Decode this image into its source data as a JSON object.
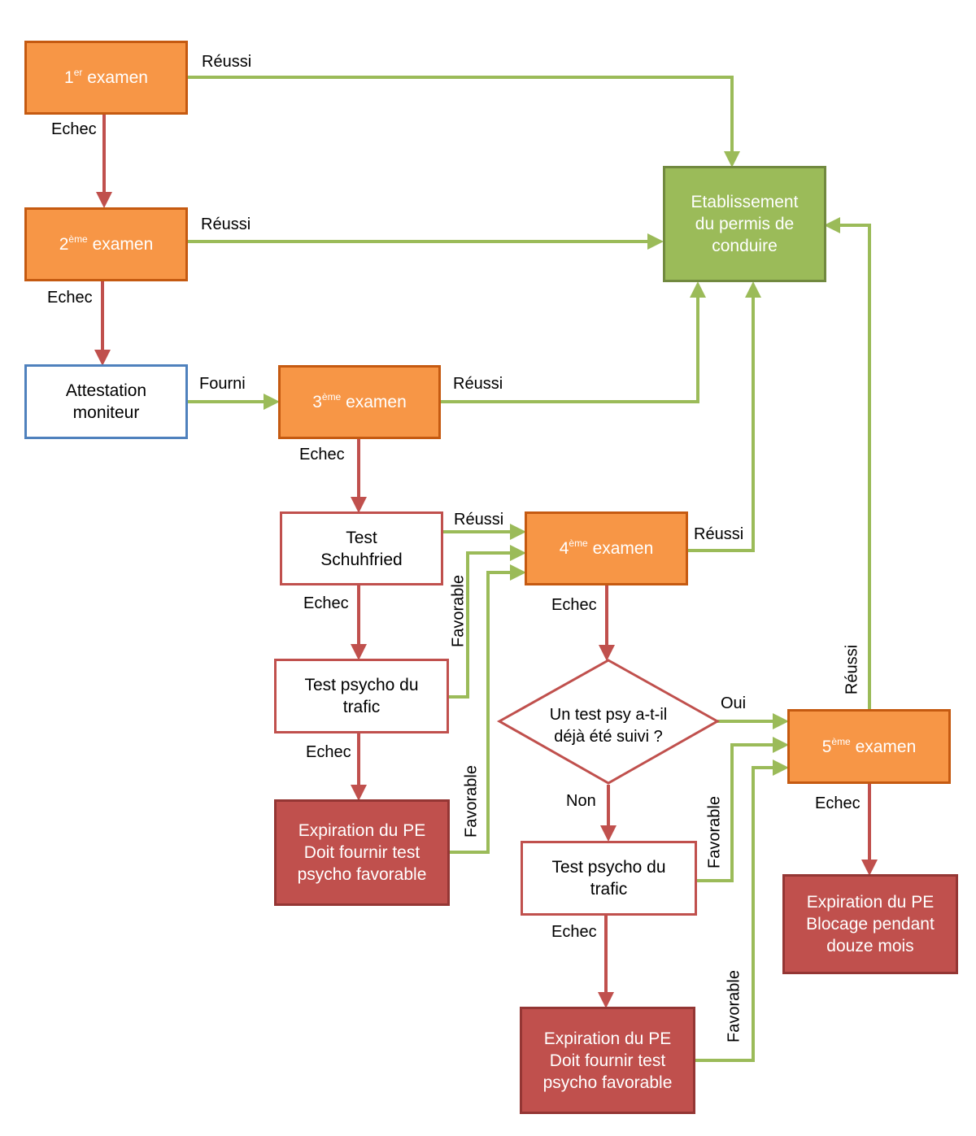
{
  "colors": {
    "pass_arrow": "#9bbb59",
    "fail_arrow": "#c0504d",
    "exam_fill": "#f79646",
    "license_fill": "#9bbb59",
    "expiry_fill": "#c0504d"
  },
  "nodes": {
    "exam1": {
      "num": "1",
      "sup": "er",
      "word": "examen"
    },
    "exam2": {
      "num": "2",
      "sup": "ème",
      "word": "examen"
    },
    "exam3": {
      "num": "3",
      "sup": "ème",
      "word": "examen"
    },
    "exam4": {
      "num": "4",
      "sup": "ème",
      "word": "examen"
    },
    "exam5": {
      "num": "5",
      "sup": "ème",
      "word": "examen"
    },
    "license": {
      "line1": "Etablissement",
      "line2": "du permis de",
      "line3": "conduire"
    },
    "attestation": {
      "line1": "Attestation",
      "line2": "moniteur"
    },
    "schuhfried": {
      "line1": "Test",
      "line2": "Schuhfried"
    },
    "psycho1": {
      "line1": "Test psycho du",
      "line2": "trafic"
    },
    "psycho2": {
      "line1": "Test psycho du",
      "line2": "trafic"
    },
    "expiry1": {
      "line1": "Expiration du PE",
      "line2": "Doit fournir test",
      "line3": "psycho favorable"
    },
    "expiry2": {
      "line1": "Expiration du PE",
      "line2": "Doit fournir test",
      "line3": "psycho favorable"
    },
    "expiry3": {
      "line1": "Expiration du PE",
      "line2": "Blocage pendant",
      "line3": "douze mois"
    },
    "question": {
      "line1": "Un test psy a-t-il",
      "line2": "déjà été suivi ?"
    }
  },
  "labels": {
    "reussi_1": "Réussi",
    "echec_1": "Echec",
    "reussi_2": "Réussi",
    "echec_2": "Echec",
    "fourni": "Fourni",
    "reussi_3": "Réussi",
    "echec_3": "Echec",
    "reussi_schuhfried": "Réussi",
    "reussi_4": "Réussi",
    "echec_schuhfried": "Echec",
    "echec_4": "Echec",
    "favorable_1": "Favorable",
    "echec_psycho1": "Echec",
    "favorable_2": "Favorable",
    "oui": "Oui",
    "non": "Non",
    "reussi_5": "Réussi",
    "echec_5": "Echec",
    "favorable_3": "Favorable",
    "echec_psycho2": "Echec",
    "favorable_4": "Favorable"
  }
}
